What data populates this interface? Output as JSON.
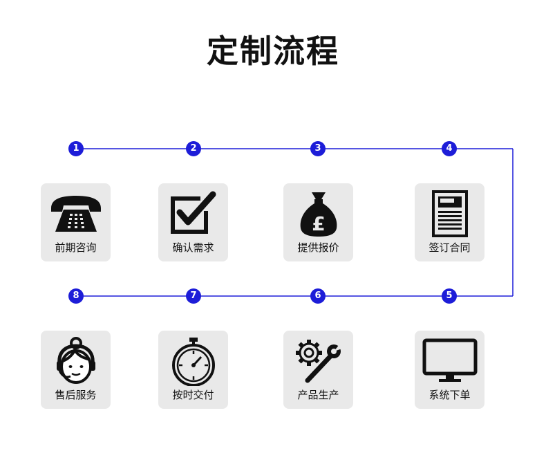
{
  "title": "定制流程",
  "accent_color": "#1d1dd8",
  "steps": [
    {
      "number": "1",
      "label": "前期咨询",
      "icon": "telephone-icon"
    },
    {
      "number": "2",
      "label": "确认需求",
      "icon": "checkbox-icon"
    },
    {
      "number": "3",
      "label": "提供报价",
      "icon": "money-bag-icon"
    },
    {
      "number": "4",
      "label": "签订合同",
      "icon": "contract-document-icon"
    },
    {
      "number": "5",
      "label": "系统下单",
      "icon": "monitor-icon"
    },
    {
      "number": "6",
      "label": "产品生产",
      "icon": "gear-wrench-icon"
    },
    {
      "number": "7",
      "label": "按时交付",
      "icon": "stopwatch-icon"
    },
    {
      "number": "8",
      "label": "售后服务",
      "icon": "customer-service-icon"
    }
  ]
}
